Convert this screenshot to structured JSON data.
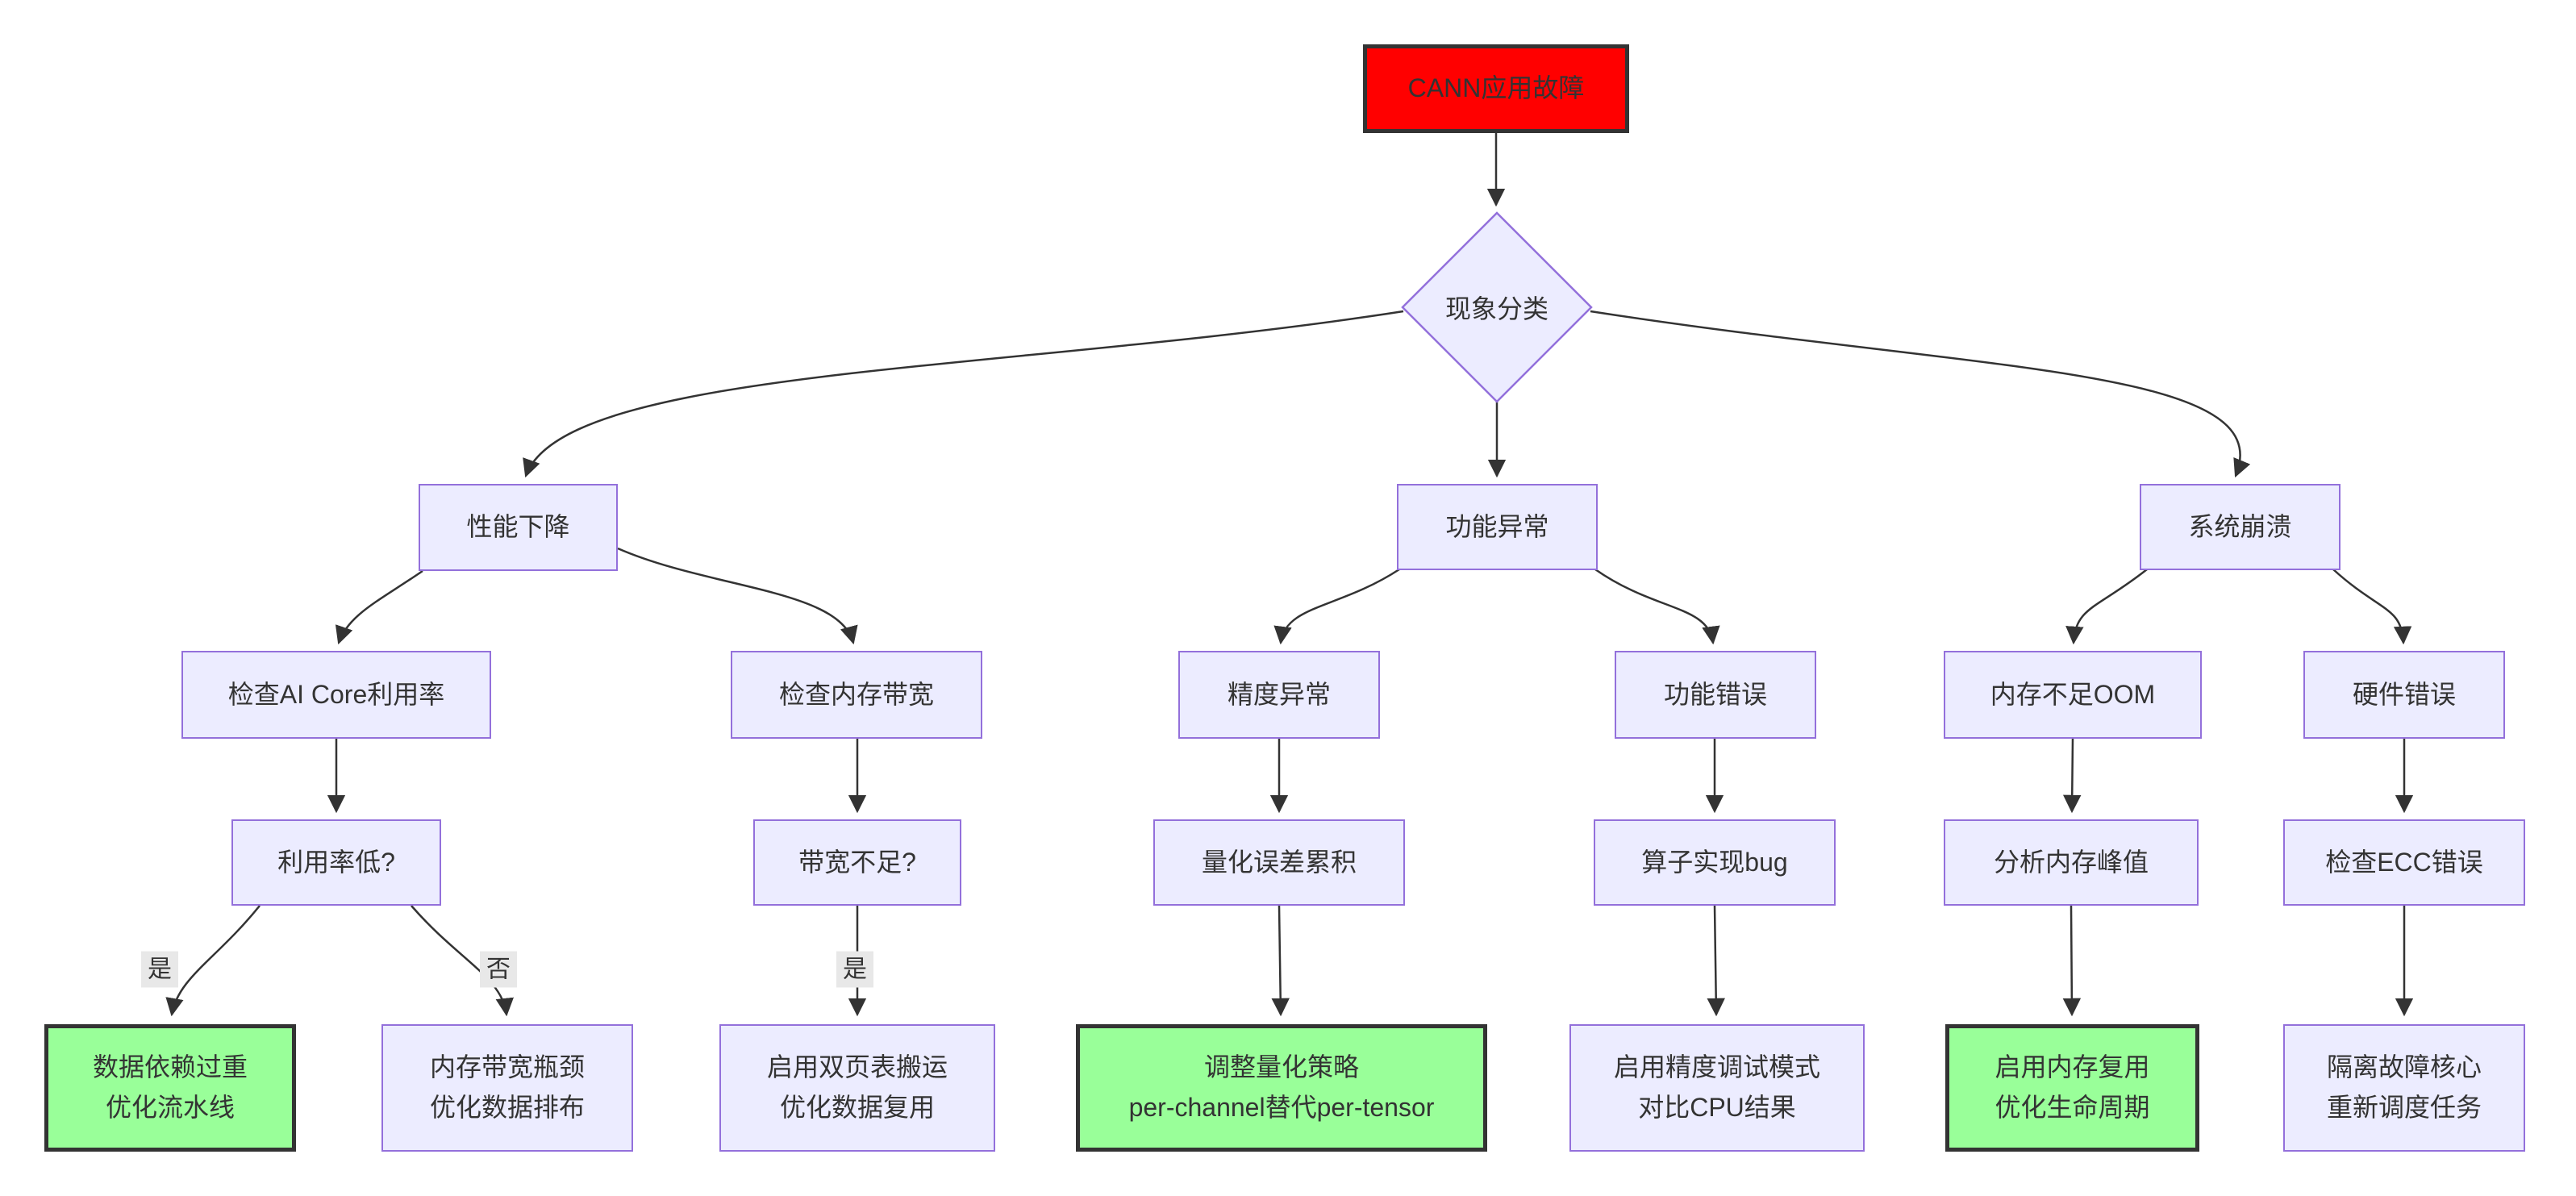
{
  "diagram": {
    "nodes": {
      "start": "CANN应用故障",
      "classify": "现象分类",
      "perf": "性能下降",
      "func": "功能异常",
      "crash": "系统崩溃",
      "check_aicore": "检查AI Core利用率",
      "check_membw": "检查内存带宽",
      "precision": "精度异常",
      "func_err": "功能错误",
      "oom": "内存不足OOM",
      "hw_err": "硬件错误",
      "util_low": "利用率低?",
      "bw_insuff": "带宽不足?",
      "quant_err": "量化误差累积",
      "op_bug": "算子实现bug",
      "mem_peak": "分析内存峰值",
      "ecc": "检查ECC错误",
      "dep_heavy": [
        "数据依赖过重",
        "优化流水线"
      ],
      "bw_bottleneck": [
        "内存带宽瓶颈",
        "优化数据排布"
      ],
      "dual_page": [
        "启用双页表搬运",
        "优化数据复用"
      ],
      "quant_strategy": [
        "调整量化策略",
        "per-channel替代per-tensor"
      ],
      "precision_debug": [
        "启用精度调试模式",
        "对比CPU结果"
      ],
      "mem_reuse": [
        "启用内存复用",
        "优化生命周期"
      ],
      "isolate": [
        "隔离故障核心",
        "重新调度任务"
      ]
    },
    "edge_labels": {
      "yes_util": "是",
      "no_util": "否",
      "yes_bw": "是"
    },
    "colors": {
      "node_fill": "#ECECFF",
      "node_border": "#9370DB",
      "start_fill": "#FF0000",
      "action_fill": "#99FF99",
      "highlight_border": "#333333",
      "edge_stroke": "#333333",
      "text": "#333333",
      "edge_label_bg": "#E8E8E8",
      "background": "#FFFFFF"
    }
  }
}
